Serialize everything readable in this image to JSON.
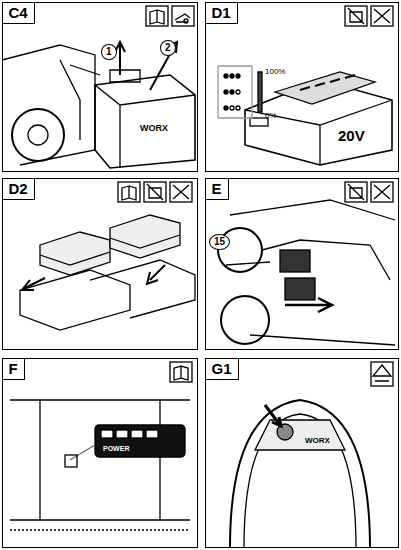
{
  "diagram": {
    "nodes": [
      {
        "text": [
          "C4"
        ]
      },
      {
        "text": [
          "D1"
        ]
      },
      {
        "text": [
          "D2"
        ]
      },
      {
        "text": [
          "E"
        ]
      },
      {
        "text": [
          "F"
        ]
      },
      {
        "text": [
          "G1"
        ]
      }
    ],
    "labels": [
      "1",
      "2",
      "100%",
      "0%",
      "20V",
      "15",
      "POWER",
      "WORX",
      "WORX"
    ]
  }
}
